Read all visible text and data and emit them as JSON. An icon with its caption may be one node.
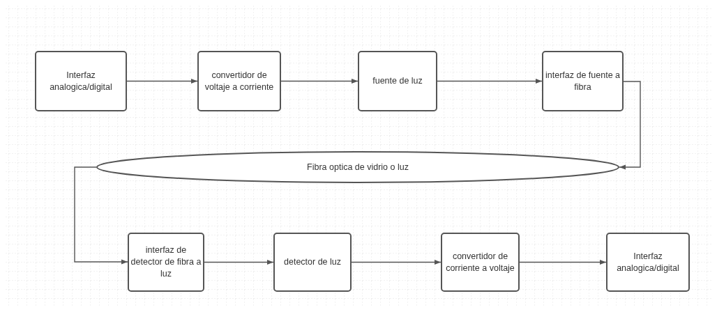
{
  "diagram": {
    "nodes": [
      {
        "text": [
          "Interfaz analogica/digital"
        ]
      },
      {
        "text": [
          "convertidor de voltaje a corriente"
        ]
      },
      {
        "text": [
          "fuente de luz"
        ]
      },
      {
        "text": [
          "interfaz de fuente a fibra"
        ]
      },
      {
        "text": [
          "Fibra optica de vidrio o luz"
        ]
      },
      {
        "text": [
          "interfaz de detector de fibra a luz"
        ]
      },
      {
        "text": [
          "detector de luz"
        ]
      },
      {
        "text": [
          "convertidor de corriente a voltaje"
        ]
      },
      {
        "text": [
          "Interfaz analogica/digital"
        ]
      }
    ],
    "edges": [
      {
        "from": 0,
        "to": 1,
        "arrow": "to"
      },
      {
        "from": 1,
        "to": 2,
        "arrow": "to"
      },
      {
        "from": 2,
        "to": 3,
        "arrow": "to"
      },
      {
        "from": 3,
        "to": 4,
        "arrow": "to"
      },
      {
        "from": 4,
        "to": 5,
        "arrow": "to"
      },
      {
        "from": 5,
        "to": 6,
        "arrow": "to"
      },
      {
        "from": 6,
        "to": 7,
        "arrow": "to"
      },
      {
        "from": 7,
        "to": 8,
        "arrow": "to"
      }
    ]
  }
}
